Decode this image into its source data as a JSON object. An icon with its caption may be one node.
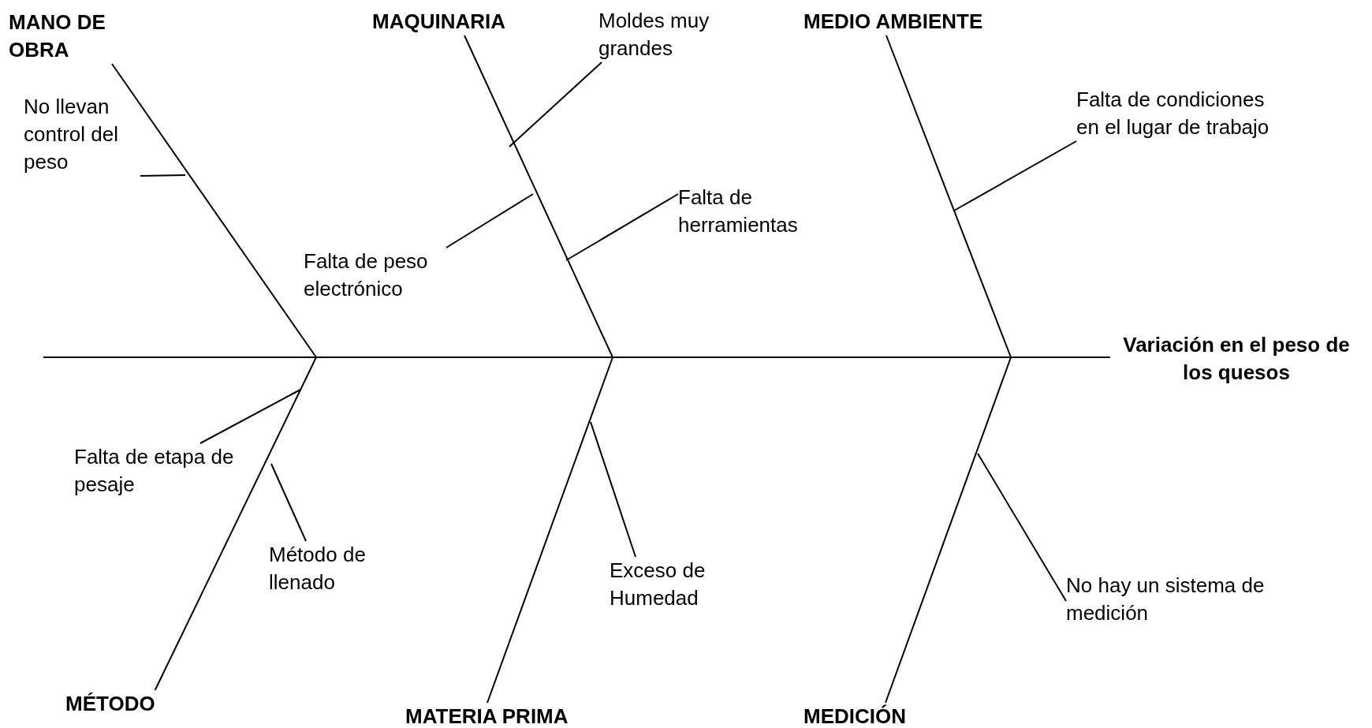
{
  "diagram": {
    "nodes": [
      {
        "text": [
          "MANO DE OBRA"
        ]
      },
      {
        "text": [
          "MAQUINARIA"
        ]
      },
      {
        "text": [
          "Moldes muy grandes"
        ]
      },
      {
        "text": [
          "MEDIO AMBIENTE"
        ]
      },
      {
        "text": [
          "No llevan control del peso"
        ]
      },
      {
        "text": [
          "Falta de condiciones en el lugar de trabajo"
        ]
      },
      {
        "text": [
          "Falta de herramientas"
        ]
      },
      {
        "text": [
          "Falta de peso electrónico"
        ]
      },
      {
        "text": [
          "Variación en el peso de los quesos"
        ]
      },
      {
        "text": [
          "Falta de etapa de pesaje"
        ]
      },
      {
        "text": [
          "Método de llenado"
        ]
      },
      {
        "text": [
          "Exceso de Humedad"
        ]
      },
      {
        "text": [
          "No hay un sistema de medición"
        ]
      },
      {
        "text": [
          "MÉTODO"
        ]
      },
      {
        "text": [
          "MATERIA PRIMA"
        ]
      },
      {
        "text": [
          "MEDICIÓN"
        ]
      }
    ],
    "edges": [
      {
        "from": null,
        "to": 8,
        "arrow": "none"
      },
      {
        "from": 0,
        "to": null,
        "arrow": "none"
      },
      {
        "from": 1,
        "to": null,
        "arrow": "none"
      },
      {
        "from": 3,
        "to": null,
        "arrow": "none"
      },
      {
        "from": 13,
        "to": null,
        "arrow": "none"
      },
      {
        "from": 14,
        "to": null,
        "arrow": "none"
      },
      {
        "from": 15,
        "to": null,
        "arrow": "none"
      },
      {
        "from": 4,
        "to": null,
        "arrow": "none"
      },
      {
        "from": 2,
        "to": null,
        "arrow": "none"
      },
      {
        "from": 7,
        "to": null,
        "arrow": "none"
      },
      {
        "from": 6,
        "to": null,
        "arrow": "none"
      },
      {
        "from": 5,
        "to": null,
        "arrow": "none"
      },
      {
        "from": 9,
        "to": null,
        "arrow": "none"
      },
      {
        "from": 10,
        "to": null,
        "arrow": "none"
      },
      {
        "from": 11,
        "to": null,
        "arrow": "none"
      },
      {
        "from": 12,
        "to": null,
        "arrow": "none"
      }
    ]
  }
}
